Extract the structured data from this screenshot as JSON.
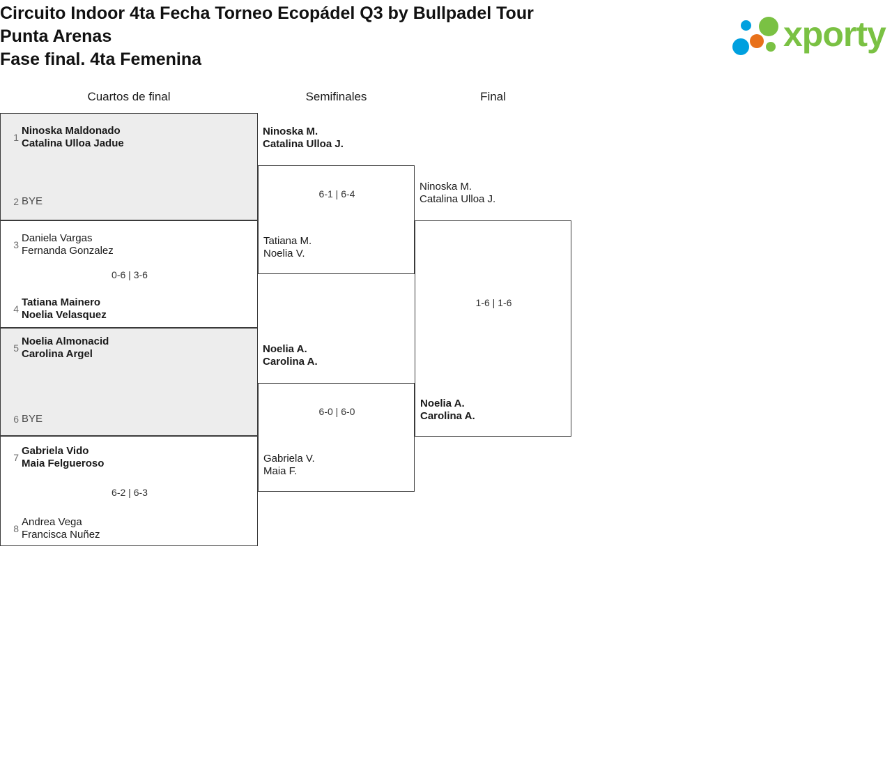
{
  "header": {
    "title": "Circuito Indoor 4ta Fecha Torneo Ecopádel Q3 by Bullpadel Tour\nPunta Arenas\nFase final. 4ta Femenina",
    "logo_text": "xporty",
    "colors": {
      "logo_green": "#7ac143",
      "logo_blue": "#00a0df",
      "logo_orange": "#e8711a",
      "shaded_row": "#ededed",
      "border": "#3a3a3a"
    }
  },
  "rounds": [
    {
      "id": "qf",
      "label": "Cuartos de final"
    },
    {
      "id": "sf",
      "label": "Semifinales"
    },
    {
      "id": "f",
      "label": "Final"
    }
  ],
  "quarterfinals": [
    {
      "score": "",
      "shaded": true,
      "top": {
        "seed": "1",
        "names": "Ninoska Maldonado\nCatalina Ulloa Jadue",
        "winner": true,
        "bye": false
      },
      "bottom": {
        "seed": "2",
        "names": "BYE",
        "winner": false,
        "bye": true
      }
    },
    {
      "score": "0-6 | 3-6",
      "shaded": false,
      "top": {
        "seed": "3",
        "names": "Daniela Vargas\nFernanda Gonzalez",
        "winner": false,
        "bye": false
      },
      "bottom": {
        "seed": "4",
        "names": "Tatiana Mainero\nNoelia Velasquez",
        "winner": true,
        "bye": false
      }
    },
    {
      "score": "",
      "shaded": true,
      "top": {
        "seed": "5",
        "names": "Noelia Almonacid\nCarolina Argel",
        "winner": true,
        "bye": false
      },
      "bottom": {
        "seed": "6",
        "names": "BYE",
        "winner": false,
        "bye": true
      }
    },
    {
      "score": "6-2 | 6-3",
      "shaded": false,
      "top": {
        "seed": "7",
        "names": "Gabriela Vido\nMaia Felgueroso",
        "winner": true,
        "bye": false
      },
      "bottom": {
        "seed": "8",
        "names": "Andrea Vega\nFrancisca Nuñez",
        "winner": false,
        "bye": false
      }
    }
  ],
  "semifinals": [
    {
      "score": "6-1 | 6-4",
      "top": {
        "names": "Ninoska M.\nCatalina Ulloa J.",
        "winner": true
      },
      "bottom": {
        "names": "Tatiana M.\nNoelia V.",
        "winner": false
      }
    },
    {
      "score": "6-0 | 6-0",
      "top": {
        "names": "Noelia A.\nCarolina A.",
        "winner": true
      },
      "bottom": {
        "names": "Gabriela V.\nMaia F.",
        "winner": false
      }
    }
  ],
  "final": {
    "score": "1-6 | 1-6",
    "top": {
      "names": "Ninoska M.\nCatalina Ulloa J.",
      "winner": false
    },
    "bottom": {
      "names": "Noelia A.\nCarolina A.",
      "winner": true
    }
  }
}
